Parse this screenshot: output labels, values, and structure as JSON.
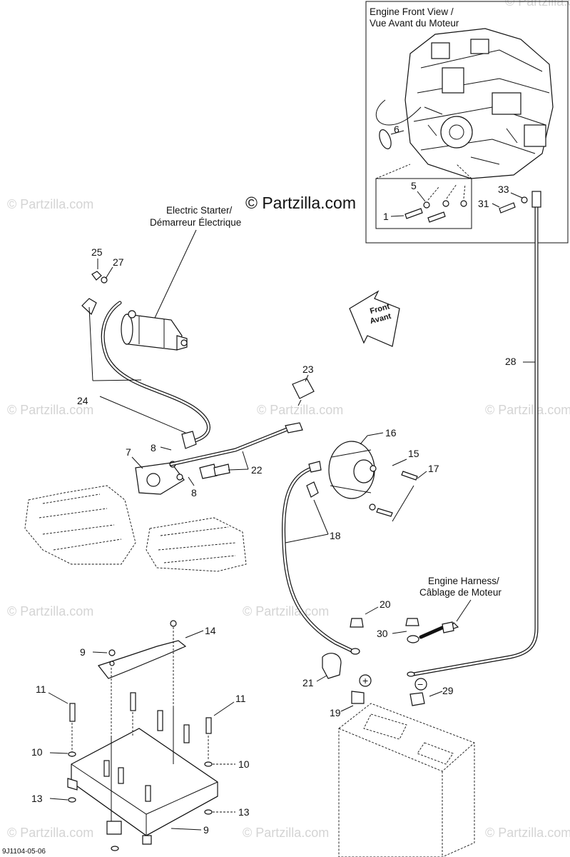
{
  "watermarks": {
    "main": "© Partzilla.com",
    "tile": "© Partzilla.com"
  },
  "inset": {
    "title_line1": "Engine Front View /",
    "title_line2": "Vue Avant du Moteur"
  },
  "labels": {
    "starter_line1": "Electric Starter/",
    "starter_line2": "Démarreur Électrique",
    "harness_line1": "Engine Harness/",
    "harness_line2": "Câblage de Moteur",
    "front_line1": "Front",
    "front_line2": "Avant"
  },
  "callouts": {
    "c1": "1",
    "c5": "5",
    "c6": "6",
    "c7": "7",
    "c8a": "8",
    "c8b": "8",
    "c9a": "9",
    "c9b": "9",
    "c10a": "10",
    "c10b": "10",
    "c11a": "11",
    "c11b": "11",
    "c13a": "13",
    "c13b": "13",
    "c14": "14",
    "c15": "15",
    "c16": "16",
    "c17": "17",
    "c18": "18",
    "c19": "19",
    "c20": "20",
    "c21": "21",
    "c22": "22",
    "c23": "23",
    "c24": "24",
    "c25": "25",
    "c27": "27",
    "c28": "28",
    "c29": "29",
    "c30": "30",
    "c31": "31",
    "c33": "33"
  },
  "battery_marks": {
    "positive": "+",
    "negative": "−"
  },
  "diagram_code": "9J1104-05-06"
}
